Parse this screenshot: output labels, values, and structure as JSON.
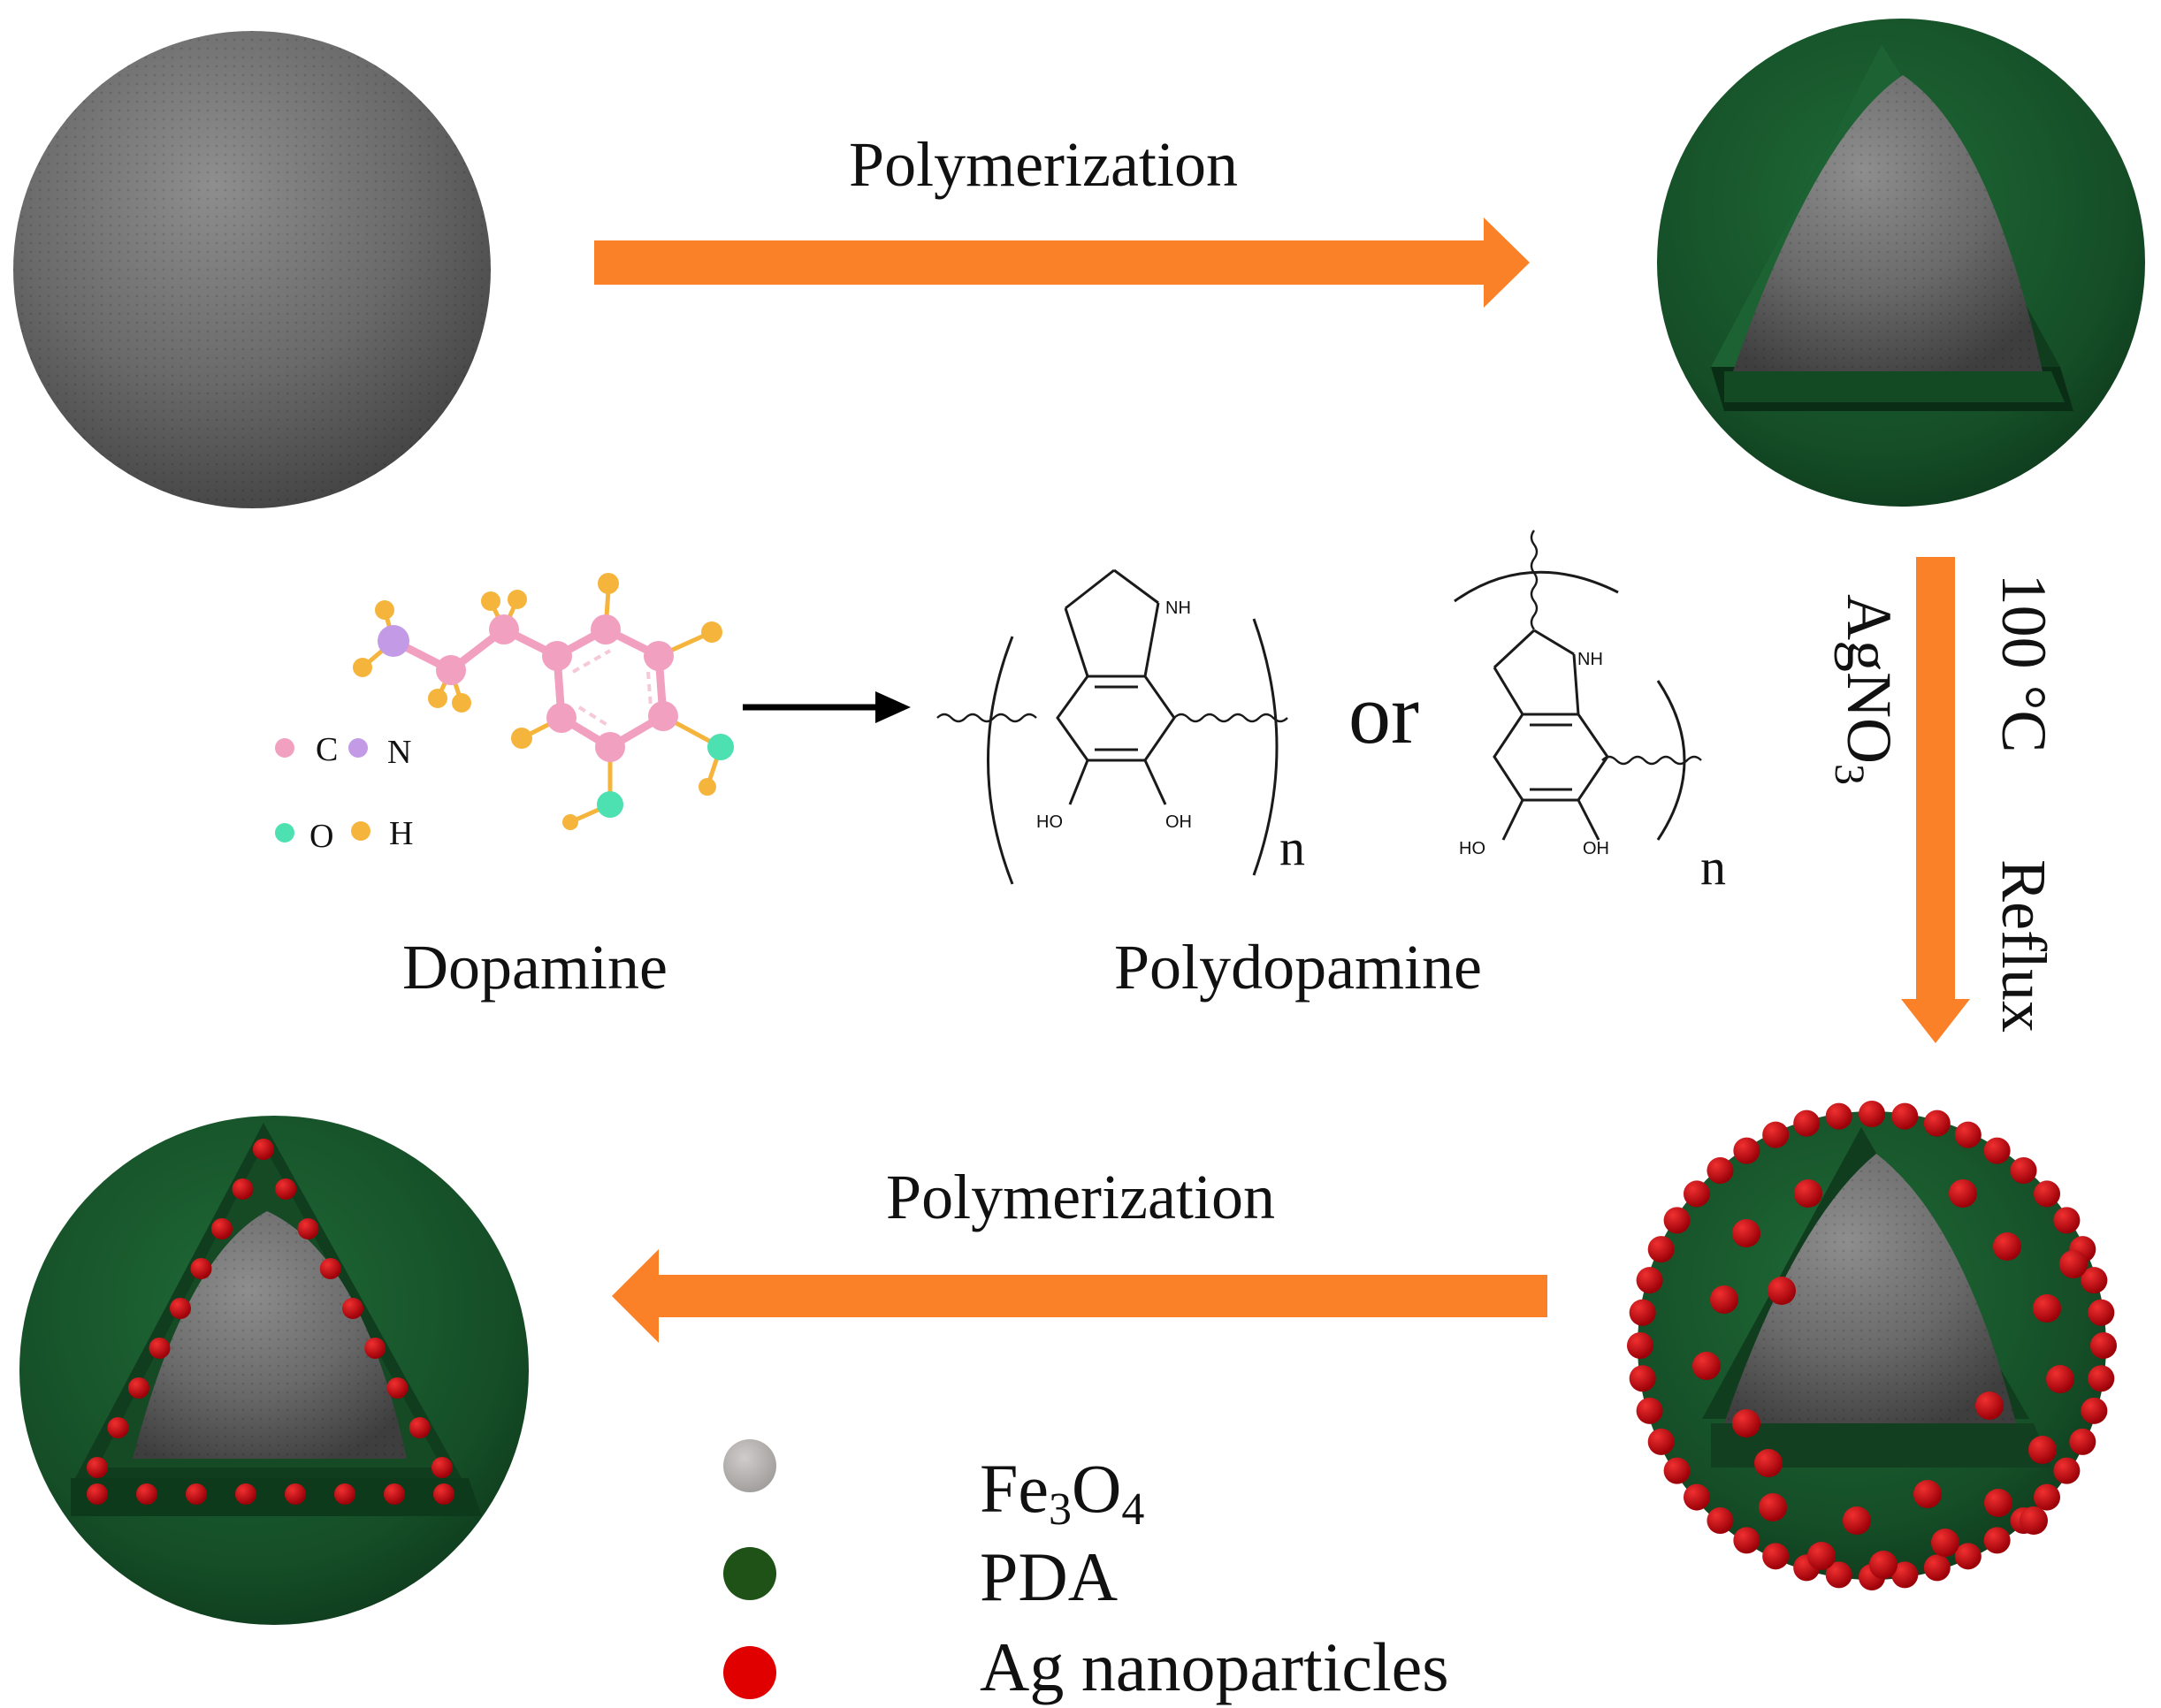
{
  "steps": {
    "top_arrow_label": "Polymerization",
    "bottom_arrow_label": "Polymerization",
    "side_conditions": {
      "temperature": "100 °C",
      "reagent_main": "AgNO",
      "reagent_sub": "3",
      "process": "Reflux"
    }
  },
  "molecules": {
    "dopamine_label": "Dopamine",
    "polydopamine_label": "Polydopamine",
    "or_label": "or",
    "atom_legend": [
      "C",
      "N",
      "O",
      "H"
    ],
    "structure_labels": {
      "nh": "NH",
      "ho": "HO",
      "oh": "OH",
      "repeat_n": "n"
    }
  },
  "legend": {
    "items": [
      {
        "parts": [
          "Fe",
          "3",
          "O",
          "4"
        ],
        "color": "#b3b0ae"
      },
      {
        "parts": [
          "PDA"
        ],
        "color": "#1e5216"
      },
      {
        "parts": [
          "Ag nanoparticles"
        ],
        "color": "#e00000"
      }
    ]
  },
  "colors": {
    "arrow": "#fb8128",
    "core": "#6f6f6f",
    "pda_shell": "#17502a",
    "silver": "#c0000c",
    "atom_c": "#f2a0c0",
    "atom_n": "#c39ae6",
    "atom_o": "#4de0b0",
    "atom_h": "#f5b53c"
  }
}
